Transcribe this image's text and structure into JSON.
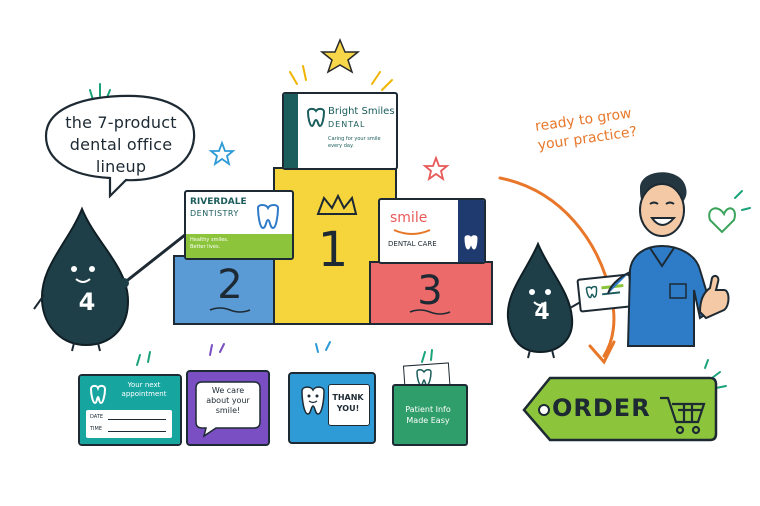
{
  "speech_bubble": {
    "text": "the 7-product dental office lineup"
  },
  "tagline": {
    "text": "ready to grow your practice?"
  },
  "podium": {
    "first": {
      "rank": "1",
      "brand": "Bright Smiles",
      "sub": "DENTAL",
      "tagline": "Caring for your smile every day."
    },
    "second": {
      "rank": "2",
      "brand": "RIVERDALE",
      "sub": "DENTISTRY",
      "tagline": "Healthy smiles. Better lives."
    },
    "third": {
      "rank": "3",
      "brand": "smile",
      "sub": "DENTAL CARE"
    }
  },
  "mascots": {
    "left_number": "4",
    "right_number": "4"
  },
  "products": [
    {
      "name": "appointment-card",
      "title": "Your next appointment",
      "field1": "DATE",
      "field2": "TIME"
    },
    {
      "name": "speech-card",
      "text": "We care about your smile!"
    },
    {
      "name": "thank-you-card",
      "text": "THANK YOU!"
    },
    {
      "name": "folder-card",
      "text": "Patient Info Made Easy"
    }
  ],
  "order_tag": {
    "label": "ORDER"
  },
  "colors": {
    "blue_box": "#5b9bd5",
    "yellow_box": "#f6d43c",
    "red_box": "#ec6a6a",
    "teal": "#1b5c5c",
    "green": "#8cc43c",
    "mascot": "#1f3f48",
    "accent_orange": "#e8772a"
  }
}
